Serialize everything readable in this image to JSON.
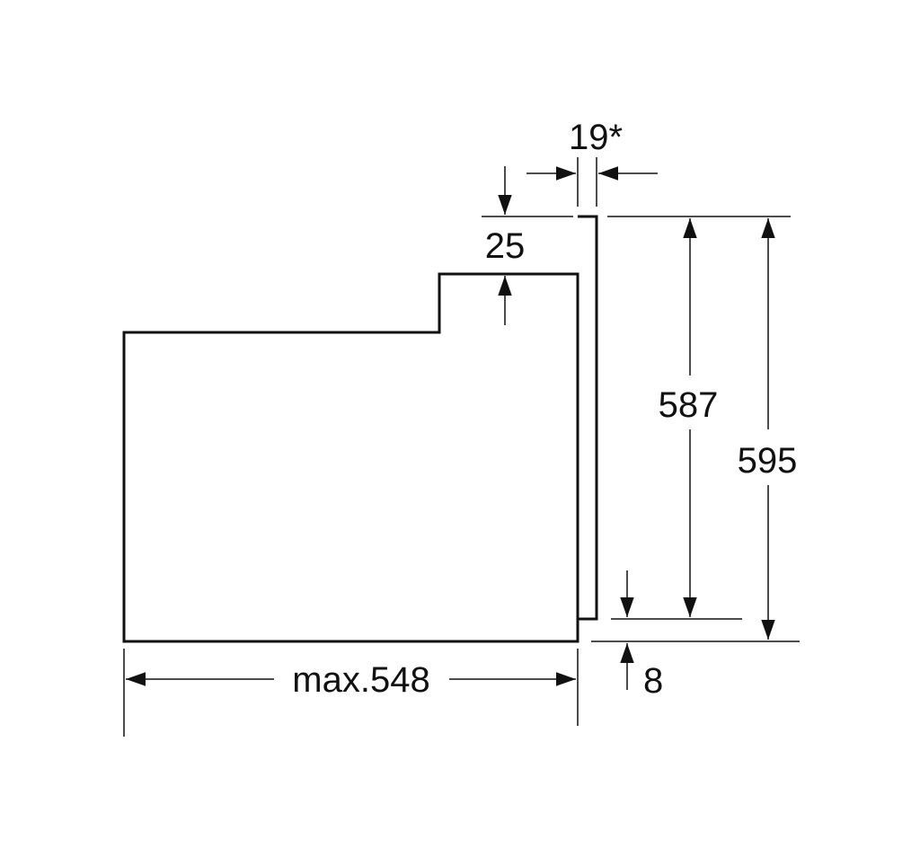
{
  "dimensions": {
    "front_thickness": "19*",
    "top_step": "25",
    "front_height": "587",
    "total_height": "595",
    "bottom_offset": "8",
    "depth": "max.548"
  },
  "colors": {
    "line": "#111111",
    "background": "#ffffff"
  }
}
